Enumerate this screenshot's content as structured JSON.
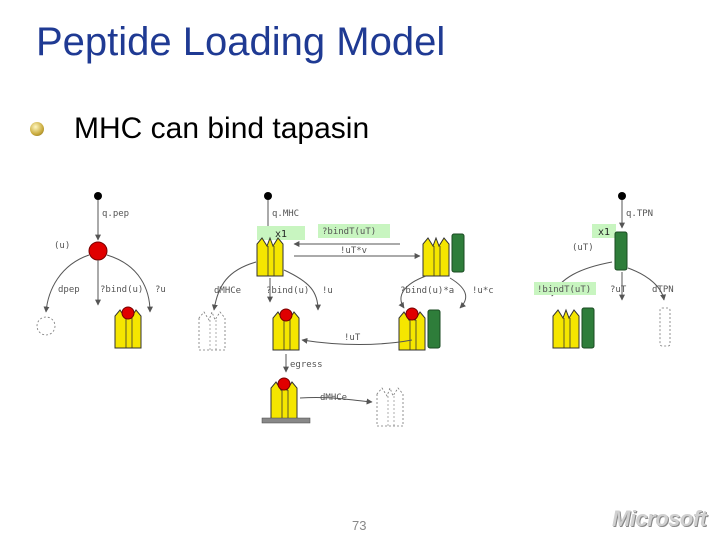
{
  "slide": {
    "title": "Peptide Loading Model",
    "bullet": "MHC can bind tapasin",
    "page_number": "73",
    "logo_text": "Microsoft"
  },
  "diagram": {
    "labels": {
      "qpep": "q.pep",
      "u_left": "(u)",
      "dpep": "dpep",
      "bind_u_left": "?bind(u)",
      "u_bang": "?u",
      "qmhc": "q.MHC",
      "x1_left": "x1",
      "bindT_top": "?bindT(uT)",
      "uT_v": "!uT*v",
      "dmhc": "dMHCe",
      "bind_u_mid": "?bind(u)",
      "u_mid": "!u",
      "bind_u_ra": "?bind(u)*a",
      "u_c": "!u*c",
      "uT_mid": "!uT",
      "egress": "egress",
      "dmhc_e": "dMHCe",
      "qtpn": "q.TPN",
      "x1_right": "x1",
      "uT_right": "(uT)",
      "bindT_right": "!bindT(uT)",
      "uT_q": "?uT",
      "dtpn": "dTPN"
    },
    "colors": {
      "mhc": "#f5e600",
      "peptide": "#e00000",
      "tapasin": "#2e7d3a",
      "highlight_box": "#c8f5c0"
    }
  }
}
